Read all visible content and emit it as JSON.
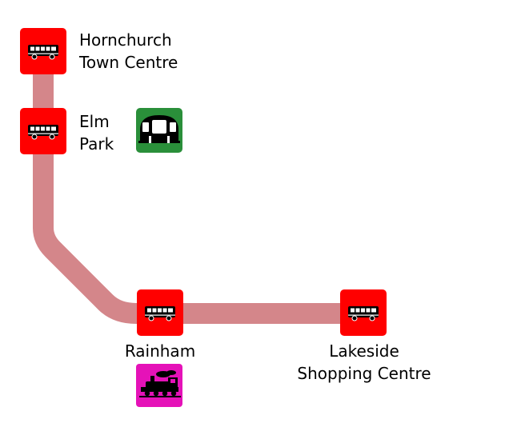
{
  "route": {
    "line_color": "#d4868a"
  },
  "colors": {
    "bus_stop": "#ff0000",
    "underground": "#2a8f3a",
    "heritage_rail": "#e512b8"
  },
  "stops": [
    {
      "id": "hornchurch",
      "name_line1": "Hornchurch",
      "name_line2": "Town Centre",
      "icon": "bus-icon",
      "interchanges": []
    },
    {
      "id": "elm-park",
      "name_line1": "Elm",
      "name_line2": "Park",
      "icon": "bus-icon",
      "interchanges": [
        "underground-icon"
      ]
    },
    {
      "id": "rainham",
      "name_line1": "Rainham",
      "name_line2": "",
      "icon": "bus-icon",
      "interchanges": [
        "steam-train-icon"
      ]
    },
    {
      "id": "lakeside",
      "name_line1": "Lakeside",
      "name_line2": "Shopping Centre",
      "icon": "bus-icon",
      "interchanges": []
    }
  ]
}
